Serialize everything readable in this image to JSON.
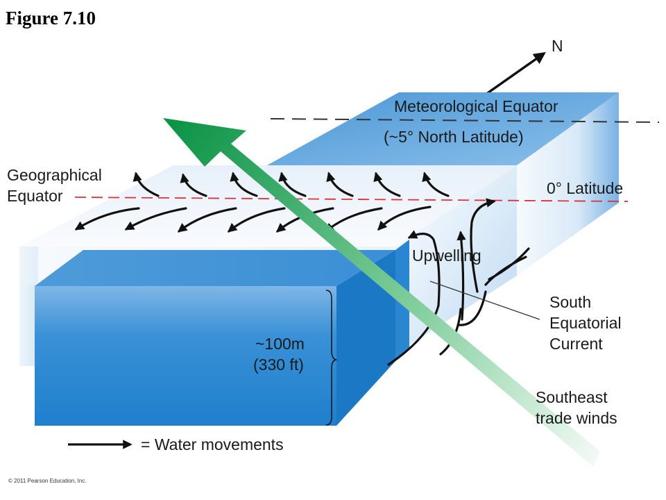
{
  "figure": {
    "title": "Figure 7.10",
    "credit": "© 2011 Pearson Education, Inc."
  },
  "labels": {
    "north": "N",
    "meteorological_equator": "Meteorological Equator",
    "meteorological_equator_note": "(~5° North Latitude)",
    "geographical_equator_line1": "Geographical",
    "geographical_equator_line2": "Equator",
    "zero_latitude": "0° Latitude",
    "upwelling": "Upwelling",
    "south_equatorial_current_line1": "South",
    "south_equatorial_current_line2": "Equatorial",
    "south_equatorial_current_line3": "Current",
    "southeast_trade_winds_line1": "Southeast",
    "southeast_trade_winds_line2": "trade winds",
    "depth_line1": "~100m",
    "depth_line2": "(330 ft)",
    "legend_water_movements": "= Water movements"
  },
  "colors": {
    "ocean_top": "#5aa2dc",
    "ocean_face_dark": "#1f7fcc",
    "ocean_face_light": "#eaf3fb",
    "wind_arrow_dark": "#0e9a4a",
    "wind_arrow_light": "#f2faf4",
    "geographical_equator_line": "#d9323a",
    "meteorological_equator_line": "#333333",
    "water_arrow": "#111111"
  }
}
